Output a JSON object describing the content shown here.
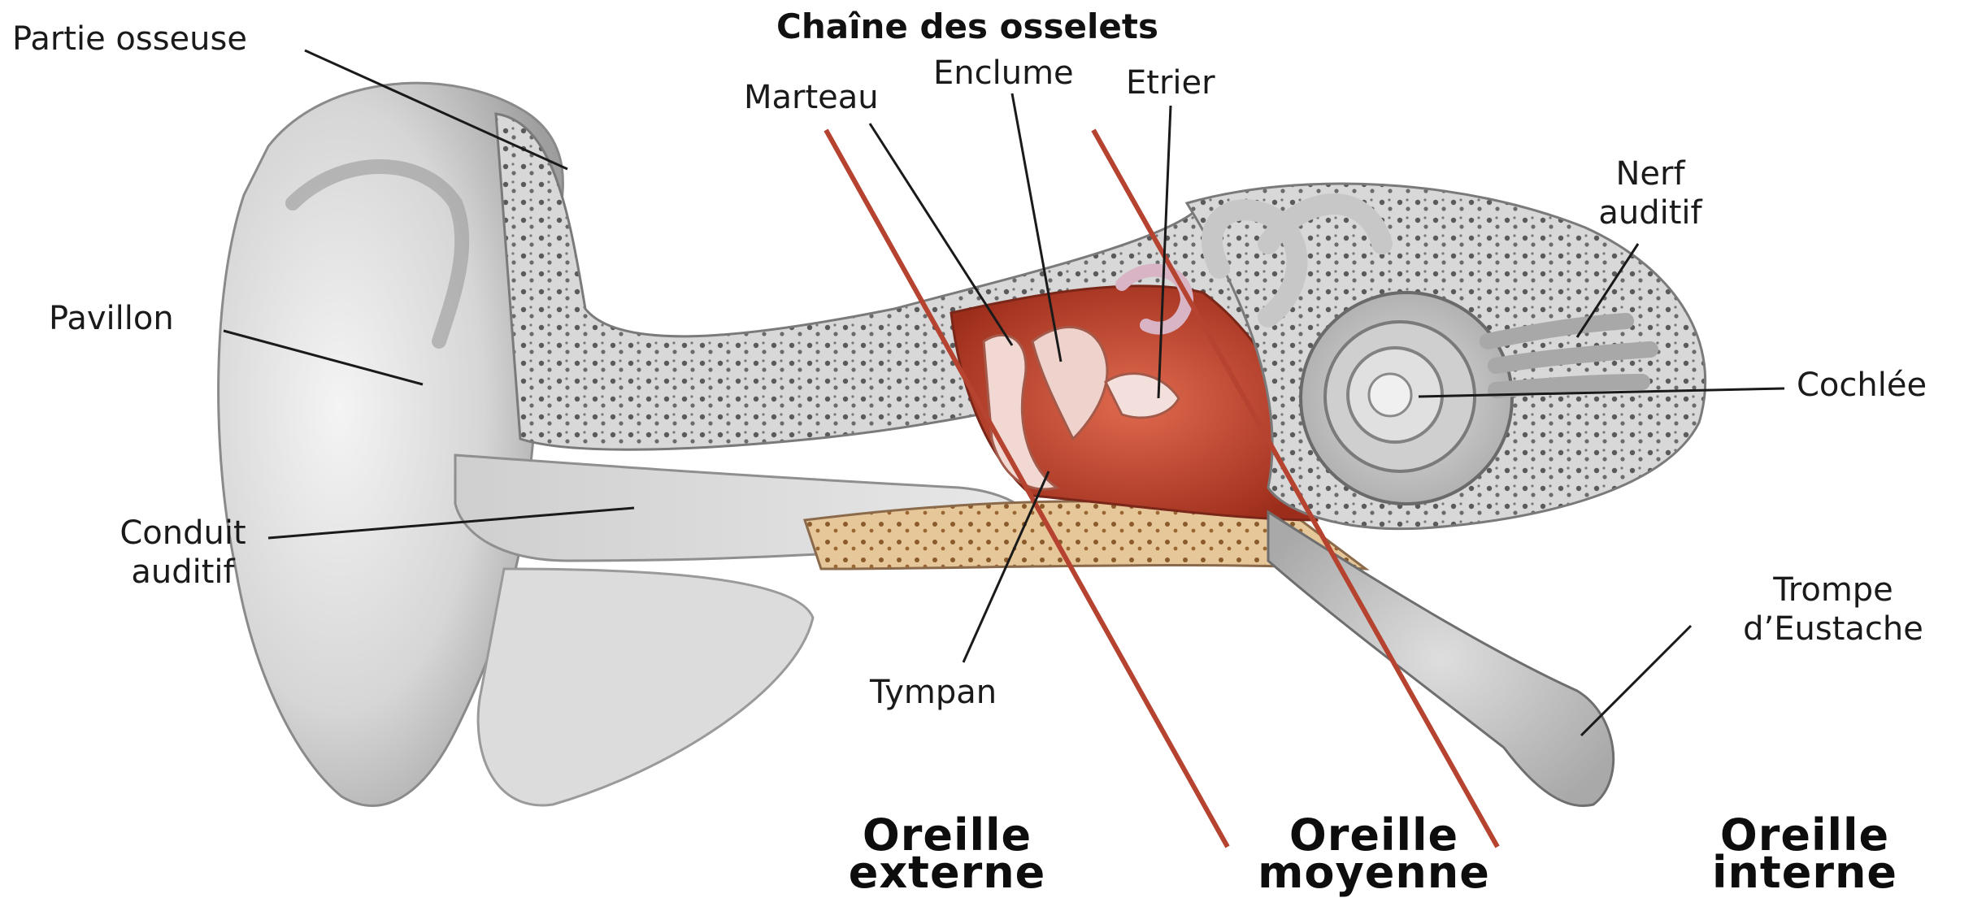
{
  "diagram": {
    "title": "Chaîne des osselets",
    "labels": {
      "partie_osseuse": "Partie osseuse",
      "pavillon": "Pavillon",
      "conduit_auditif": "Conduit\nauditif",
      "marteau": "Marteau",
      "enclume": "Enclume",
      "etrier": "Etrier",
      "tympan": "Tympan",
      "nerf_auditif": "Nerf\nauditif",
      "cochlee": "Cochlée",
      "trompe": "Trompe\nd’Eustache"
    },
    "regions": {
      "externe": "Oreille\nexterne",
      "moyenne": "Oreille\nmoyenne",
      "interne": "Oreille\ninterne"
    },
    "colors": {
      "divider": "#b5432f",
      "cavity": "#c0442e",
      "bone": "#d9d9d9",
      "skin": "#e9e9e9",
      "flesh": "#e7c9a0"
    }
  }
}
